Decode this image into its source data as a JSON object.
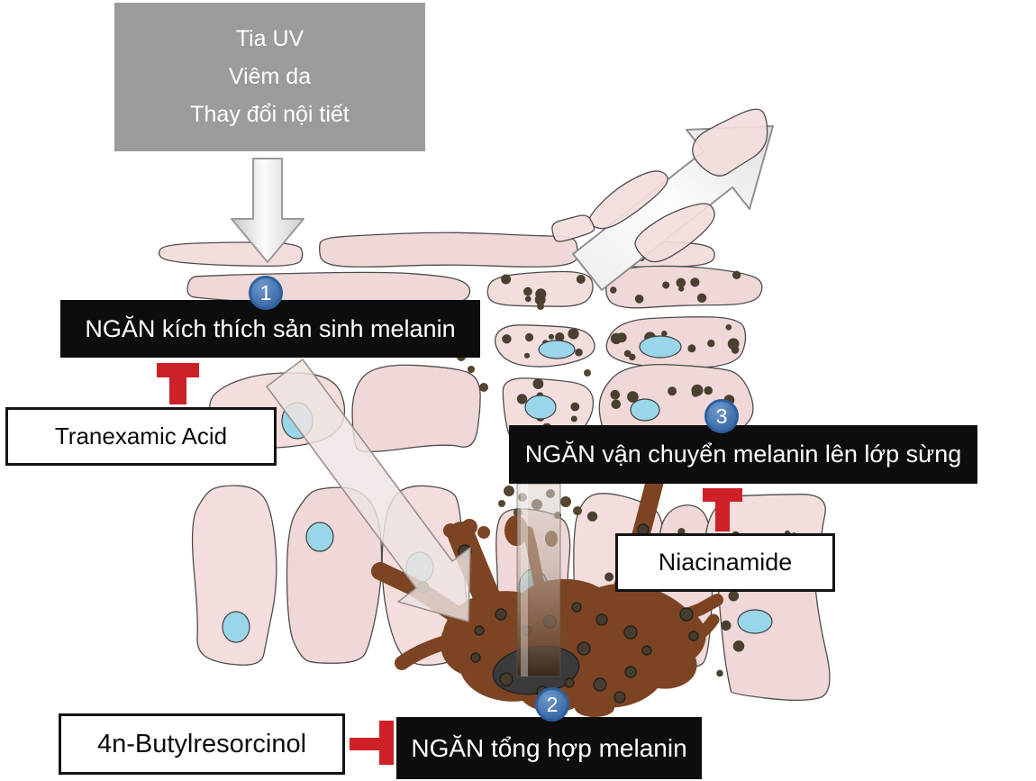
{
  "figure": {
    "type": "skin-melanin-pathway-diagram",
    "triggers_box": {
      "lines": [
        "Tia UV",
        "Viêm da",
        "Thay đổi nội tiết"
      ]
    },
    "steps": [
      {
        "number": "1",
        "action_label": "NGĂN kích thích sản sinh melanin",
        "inhibitor": "Tranexamic Acid"
      },
      {
        "number": "2",
        "action_label": "NGĂN tổng hợp melanin",
        "inhibitor": "4n-Butylresorcinol"
      },
      {
        "number": "3",
        "action_label": "NGĂN vận chuyển melanin lên lớp sừng",
        "inhibitor": "Niacinamide"
      }
    ],
    "colors": {
      "trigger_box_bg": "#9b9b9b",
      "step_box_bg": "#0d0d0d",
      "step_box_text": "#ffffff",
      "inhibitor_box_border": "#141414",
      "inhibit_symbol_red": "#ce2127",
      "step_badge_blue": "#3f6fab",
      "skin_cell_pink": "#f3dedd",
      "nucleus_blue": "#9ad6e9",
      "melanin_dot_brown": "#4a4030",
      "melanocyte_brown": "#7c4423",
      "melanocyte_nucleus_gray": "#3b3b3b"
    }
  }
}
